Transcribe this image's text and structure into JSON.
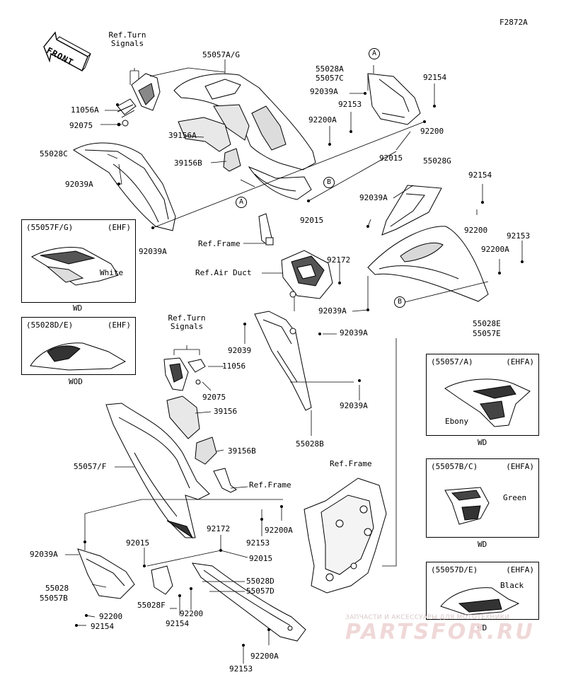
{
  "figure_id": "F2872A",
  "front_arrow": "FRONT",
  "labels": {
    "ref_turn_signals_top": "Ref.Turn\nSignals",
    "p55057ag": "55057A/G",
    "p55028a": "55028A",
    "p55057c": "55057C",
    "p92039a_1": "92039A",
    "p92154_1": "92154",
    "p92153_1": "92153",
    "p92200a_1": "92200A",
    "p92200_1": "92200",
    "p11056a": "11056A",
    "p92075_1": "92075",
    "p39156a": "39156A",
    "p39156b_1": "39156B",
    "p55028c": "55028C",
    "p92039a_2": "92039A",
    "p92015_1": "92015",
    "p55028g": "55028G",
    "p92154_2": "92154",
    "p92039a_3": "92039A",
    "p92015_2": "92015",
    "p92039a_4": "92039A",
    "p92200_2": "92200",
    "p92153_2": "92153",
    "p92200a_2": "92200A",
    "ref_frame_1": "Ref.Frame",
    "p92172_1": "92172",
    "ref_air_duct": "Ref.Air Duct",
    "p92039a_5": "92039A",
    "p55028e": "55028E",
    "p55057e": "55057E",
    "ref_turn_signals_mid": "Ref.Turn\nSignals",
    "p92039_1": "92039",
    "p92039a_6": "92039A",
    "p11056": "11056",
    "p92075_2": "92075",
    "p39156": "39156",
    "p92039a_7": "92039A",
    "p55028b": "55028B",
    "p39156b_2": "39156B",
    "p55057f": "55057/F",
    "ref_frame_2": "Ref.Frame",
    "ref_frame_3": "Ref.Frame",
    "p92200a_3": "92200A",
    "p92153_3": "92153",
    "p92039a_8": "92039A",
    "p92015_3": "92015",
    "p92172_2": "92172",
    "p92015_4": "92015",
    "p55028_l": "55028",
    "p55057b": "55057B",
    "p55028d": "55028D",
    "p55057d": "55057D",
    "p55028f": "55028F",
    "p92200_3": "92200",
    "p92154_3": "92154",
    "p92200_4": "92200",
    "p92154_4": "92154",
    "p92200a_4": "92200A",
    "p92153_4": "92153"
  },
  "circle_refs": {
    "a1": "A",
    "a2": "A",
    "b1": "B",
    "b2": "B"
  },
  "insets": [
    {
      "code": "(55057F/G)",
      "variant": "(EHF)",
      "note": "White",
      "caption": "WD"
    },
    {
      "code": "(55028D/E)",
      "variant": "(EHF)",
      "note": "",
      "caption": "WOD"
    },
    {
      "code": "(55057/A)",
      "variant": "(EHFA)",
      "note": "Ebony",
      "caption": "WD"
    },
    {
      "code": "(55057B/C)",
      "variant": "(EHFA)",
      "note": "Green",
      "caption": "WD"
    },
    {
      "code": "(55057D/E)",
      "variant": "(EHFA)",
      "note": "Black",
      "caption": "WD"
    }
  ],
  "watermark": {
    "line1": "ЗАПЧАСТИ И АКСЕССУАРЫ ДЛЯ МОТОТЕХНИКИ",
    "line2": "PARTSFOR.RU"
  },
  "colors": {
    "ink": "#000000",
    "paper": "#ffffff",
    "watermark": "#e8c8c8"
  }
}
